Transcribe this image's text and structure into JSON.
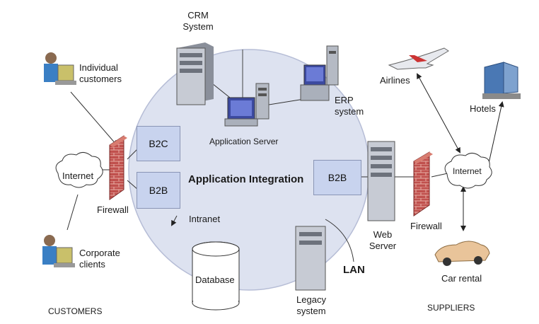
{
  "diagram": {
    "title": "Application Integration",
    "crm": "CRM\nSystem",
    "app_server": "Application Server",
    "erp": "ERP\nsystem",
    "individual": "Individual\ncustomers",
    "corporate": "Corporate\nclients",
    "internet_left": "Internet",
    "internet_right": "Internet",
    "firewall_left": "Firewall",
    "firewall_right": "Firewall",
    "b2c": "B2C",
    "b2b_left": "B2B",
    "b2b_right": "B2B",
    "intranet": "Intranet",
    "database": "Database",
    "legacy": "Legacy\nsystem",
    "lan": "LAN",
    "web_server": "Web\nServer",
    "airlines": "Airlines",
    "hotels": "Hotels",
    "car_rental": "Car rental",
    "customers": "CUSTOMERS",
    "suppliers": "SUPPLIERS"
  }
}
